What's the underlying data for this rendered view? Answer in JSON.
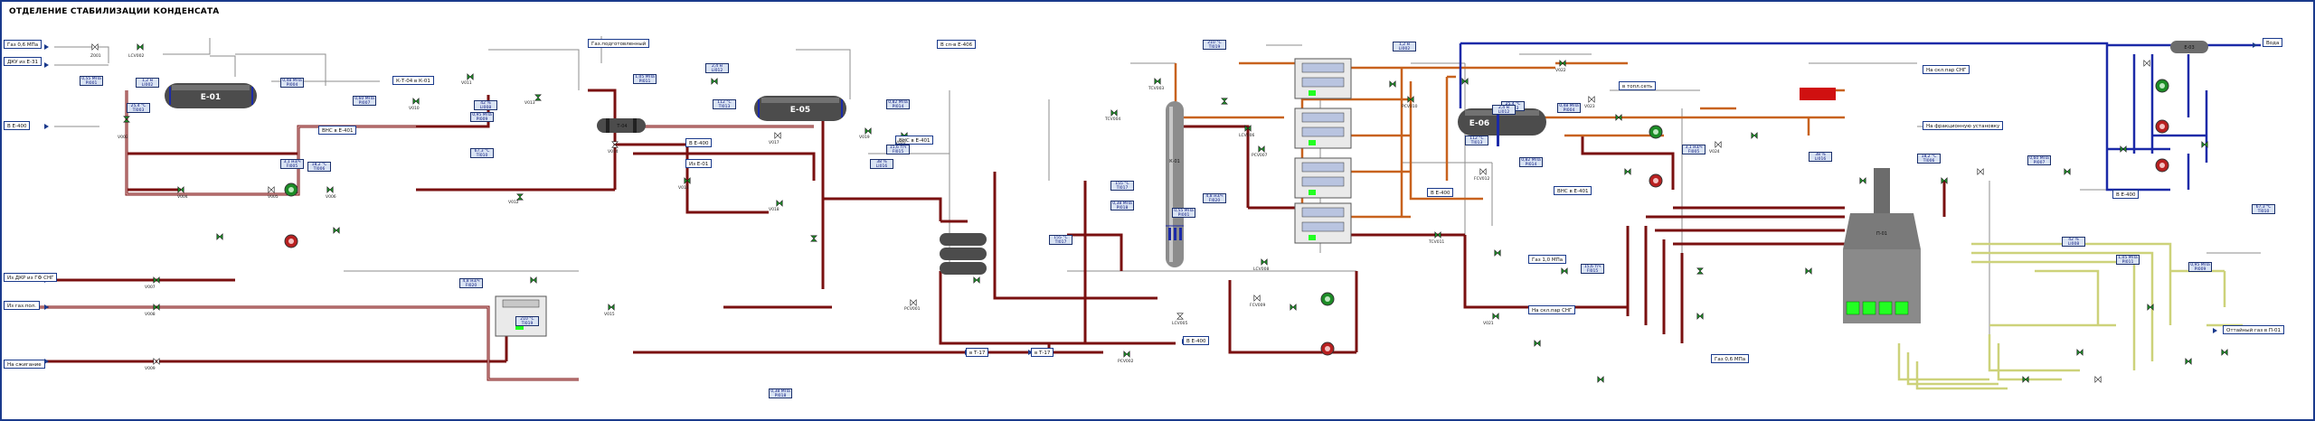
{
  "page": {
    "title": "ОТДЕЛЕНИЕ СТАБИЛИЗАЦИИ КОНДЕНСАТА"
  },
  "colors": {
    "pipe_condensate": "#7a1010",
    "pipe_gas": "#c8621e",
    "pipe_water": "#1b2aa8",
    "pipe_liquid": "#cdd27a",
    "pipe_thin": "#8d8d8d",
    "vessel_body": "#4c4c4c",
    "valve_green": "#1c8c26",
    "status_green": "#22ff22",
    "alarm_red": "#d01010",
    "readout_bg": "#d9e3f3",
    "readout_border": "#1a2f6b",
    "frame": "#1a3a8c"
  },
  "equipment": {
    "e01": "Е-01",
    "e05": "Е-05",
    "t04": "Т-04",
    "k01": "К-01",
    "e06": "Е-06",
    "p01": "П-01",
    "e03": "Е-03"
  },
  "destinations": {
    "from_gas_header": "Газ 0,6 МПа",
    "to_dkp": "ДКУ из Е-31",
    "e400_left": "В Е-400",
    "from_dkp_cbf": "Из ДКР из ГФ СНГ",
    "from_gas_pipe": "Из газ.пол.",
    "to_flare": "На сжигание",
    "vhs_e401": "ВНС в Е-401",
    "t_to_k01": "К-Т-04 в К-01",
    "fuel_gas": "Газ.подготовленный",
    "e400_mid": "В Е-400",
    "from_e01": "Из Е-01",
    "vhs_e401_b": "ВНС в Е-401",
    "to_e406": "В сп-в Е-406",
    "t117_a": "в Т-17",
    "t117_b": "в Т-17",
    "e400_k01": "В Е-400",
    "e400_e06": "В Е-400",
    "vhs_e401_c": "ВНС в Е-401",
    "to_fuel": "в топл.сеть",
    "to_storage": "На скл.пар СНГ",
    "to_fractionation": "На фракционную установку",
    "gas_1mpa": "Газ 1,0 МПа",
    "to_cbf_storage": "На скл.пар СНГ",
    "gas_06": "Газ 0,6 МПа",
    "water": "Вода",
    "e400_right": "В Е-400",
    "to_p01": "Оттайный газ в П-01"
  },
  "tags": [
    "Z001",
    "LCV002",
    "V003",
    "V004",
    "V005",
    "V006",
    "V007",
    "V008",
    "V009",
    "V010",
    "V011",
    "V012",
    "V013",
    "V014",
    "V015",
    "V016",
    "V017",
    "V018",
    "V019",
    "V020",
    "PCV001",
    "PCV002",
    "TCV003",
    "TCV004",
    "LCV005",
    "LCV006",
    "PCV007",
    "LCV008",
    "FCV009",
    "PCV010",
    "TCV011",
    "FCV012",
    "V021",
    "V022",
    "V023",
    "V024"
  ],
  "readouts": [
    {
      "line1": "0,55 МПа",
      "line2": "PI001"
    },
    {
      "line1": "1,2 м",
      "line2": "LI002"
    },
    {
      "line1": "25,4 °С",
      "line2": "TI003"
    },
    {
      "line1": "0,48 МПа",
      "line2": "PI004"
    },
    {
      "line1": "3,1 м3/ч",
      "line2": "FI005"
    },
    {
      "line1": "18,2 °С",
      "line2": "TI006"
    },
    {
      "line1": "0,60 МПа",
      "line2": "PI007"
    },
    {
      "line1": "42 %",
      "line2": "LI008"
    },
    {
      "line1": "0,95 МПа",
      "line2": "PI009"
    },
    {
      "line1": "67,3 °С",
      "line2": "TI010"
    },
    {
      "line1": "1,05 МПа",
      "line2": "PI011"
    },
    {
      "line1": "2,4 м",
      "line2": "LI012"
    },
    {
      "line1": "112 °С",
      "line2": "TI013"
    },
    {
      "line1": "0,82 МПа",
      "line2": "PI014"
    },
    {
      "line1": "15,6 т/ч",
      "line2": "FI015"
    },
    {
      "line1": "38 %",
      "line2": "LI016"
    },
    {
      "line1": "155 °С",
      "line2": "TI017"
    },
    {
      "line1": "0,38 МПа",
      "line2": "PI018"
    },
    {
      "line1": "210 °С",
      "line2": "TI019"
    },
    {
      "line1": "4,8 м3/ч",
      "line2": "FI020"
    }
  ]
}
